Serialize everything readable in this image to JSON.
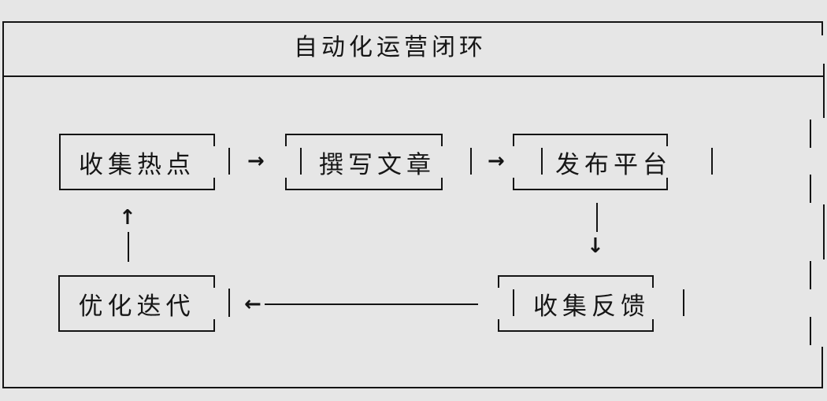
{
  "diagram": {
    "title": "自动化运营闭环",
    "boxes": [
      {
        "id": "collect-hotspots",
        "label": "收集热点"
      },
      {
        "id": "write-articles",
        "label": "撰写文章"
      },
      {
        "id": "publish-platform",
        "label": "发布平台"
      },
      {
        "id": "optimize-iterate",
        "label": "优化迭代"
      },
      {
        "id": "collect-feedback",
        "label": "收集反馈"
      }
    ],
    "connectors": {
      "arrow_right_1": "→",
      "arrow_right_2": "→",
      "arrow_down": "↓",
      "arrow_left": "←",
      "arrow_up": "↑"
    },
    "colors": {
      "background": "#e6e6e6",
      "line": "#141414",
      "text": "#161616"
    }
  }
}
